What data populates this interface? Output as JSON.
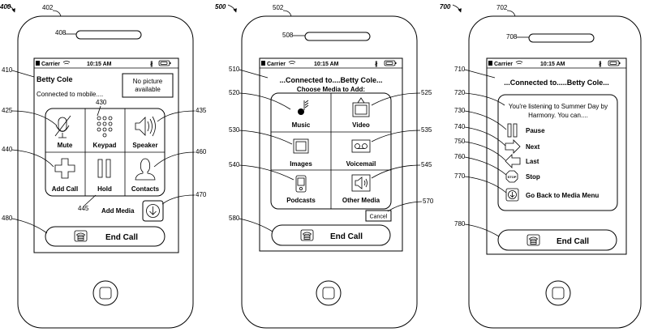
{
  "figures": {
    "fig1": "400",
    "fig2": "500",
    "fig3": "700"
  },
  "status_bar": {
    "carrier": "Carrier",
    "time": "10:15 AM"
  },
  "phone1": {
    "device_ref": "402",
    "speaker_ref": "408",
    "caller_ref": "410",
    "caller": "Betty Cole",
    "status": "Connected to mobile....",
    "no_picture_line1": "No picture",
    "no_picture_line2": "available",
    "refs": {
      "mute": "425",
      "keypad": "430",
      "speaker": "435",
      "add_call": "440",
      "add_media": "445",
      "contacts": "460",
      "add_media_btn": "470",
      "end_call": "480"
    },
    "buttons": {
      "mute": "Mute",
      "keypad": "Keypad",
      "speaker": "Speaker",
      "add_call": "Add Call",
      "hold": "Hold",
      "contacts": "Contacts"
    },
    "add_media": "Add Media",
    "end_call": "End Call"
  },
  "phone2": {
    "device_ref": "502",
    "speaker_ref": "508",
    "header_ref": "510",
    "header": "...Connected to....Betty Cole...",
    "prompt": "Choose Media to Add:",
    "refs": {
      "music": "520",
      "video": "525",
      "images": "530",
      "voicemail": "535",
      "podcasts": "540",
      "other": "545",
      "cancel": "570",
      "end_call": "580"
    },
    "media": {
      "music": "Music",
      "video": "Video",
      "images": "Images",
      "voicemail": "Voicemail",
      "podcasts": "Podcasts",
      "other": "Other Media"
    },
    "cancel": "Cancel",
    "end_call": "End Call"
  },
  "phone3": {
    "device_ref": "702",
    "speaker_ref": "708",
    "header_ref": "710",
    "header": "...Connected to.....Betty Cole...",
    "refs": {
      "message": "720",
      "pause": "730",
      "next": "740",
      "last": "750",
      "stop": "760",
      "back": "770",
      "end_call": "780"
    },
    "message_line1": "You're listening to Summer Day by",
    "message_line2": "Harmony. You can....",
    "controls": {
      "pause": "Pause",
      "next": "Next",
      "last": "Last",
      "stop": "Stop",
      "back": "Go Back to Media Menu"
    },
    "stop_icon": "STOP",
    "end_call": "End Call"
  }
}
